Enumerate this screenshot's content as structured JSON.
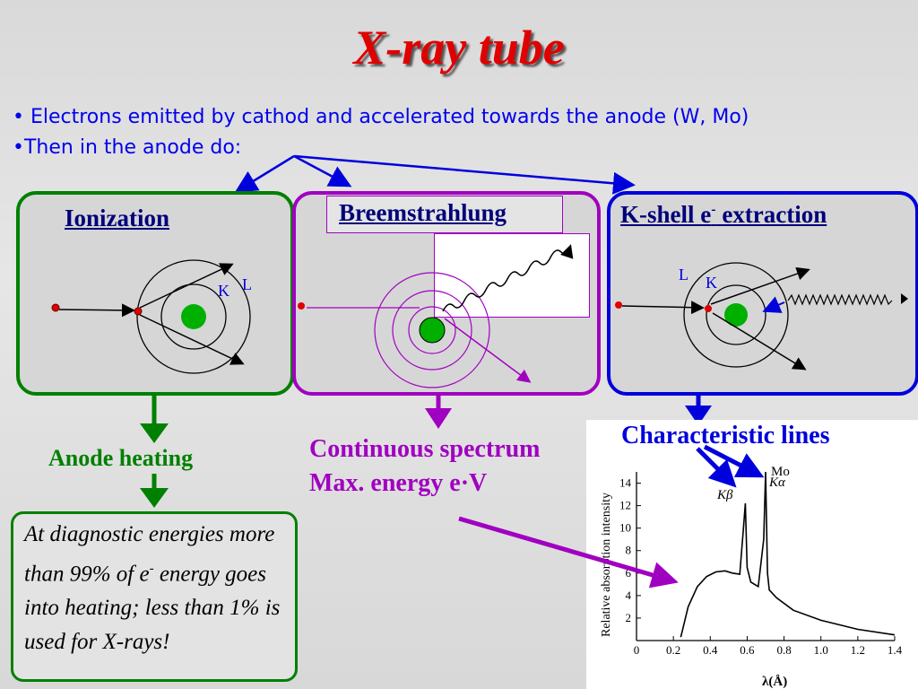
{
  "title": "X-ray tube",
  "bullets": [
    "• Electrons emitted by cathod and accelerated towards the anode (W, Mo)",
    "•Then in the anode do:"
  ],
  "panels": {
    "ionization": {
      "label": "Ionization",
      "shell_inner": "K",
      "shell_outer": "L"
    },
    "bremsstrahlung": {
      "label": "Breemstrahlung"
    },
    "kshell": {
      "label_main": "K-shell e",
      "label_sup": "-",
      "label_end": " extraction",
      "shell_outer": "L",
      "shell_inner": "K"
    }
  },
  "anode_heating": "Anode heating",
  "continuous": {
    "line1": "Continuous spectrum",
    "line2": "Max. energy e·V"
  },
  "characteristic": "Characteristic lines",
  "note": {
    "part1": "At diagnostic energies more than 99% of e",
    "sup": "-",
    "part2": " energy goes into heating; less than 1% is used for X-rays!"
  },
  "colors": {
    "title": "#e00000",
    "bullet": "#0000ee",
    "ionization_border": "#008000",
    "brems_border": "#a000c0",
    "kshell_border": "#0000dd"
  },
  "chart_data": {
    "type": "line",
    "ylabel": "Relative absorption intensity",
    "xlabel": "λ(Å)",
    "x_ticks": [
      "0",
      "0.2",
      "0.4",
      "0.6",
      "0.8",
      "1.0",
      "1.2",
      "1.4"
    ],
    "y_ticks": [
      "2",
      "4",
      "6",
      "8",
      "10",
      "12",
      "14"
    ],
    "xlim": [
      0,
      1.4
    ],
    "ylim": [
      0,
      15
    ],
    "annotations": [
      "Kβ",
      "Mo",
      "Kα"
    ],
    "series": [
      {
        "x": [
          0.24,
          0.28,
          0.33,
          0.38,
          0.43,
          0.48,
          0.52,
          0.56,
          0.58,
          0.59,
          0.6,
          0.62,
          0.66,
          0.69,
          0.7,
          0.71,
          0.72,
          0.76,
          0.85,
          1.0,
          1.2,
          1.4
        ],
        "values": [
          0.3,
          3.0,
          4.8,
          5.7,
          6.1,
          6.2,
          6.0,
          5.9,
          10.0,
          12.2,
          6.5,
          5.2,
          4.8,
          9.0,
          15.0,
          6.0,
          4.5,
          3.8,
          2.7,
          1.8,
          1.0,
          0.5
        ]
      }
    ]
  }
}
